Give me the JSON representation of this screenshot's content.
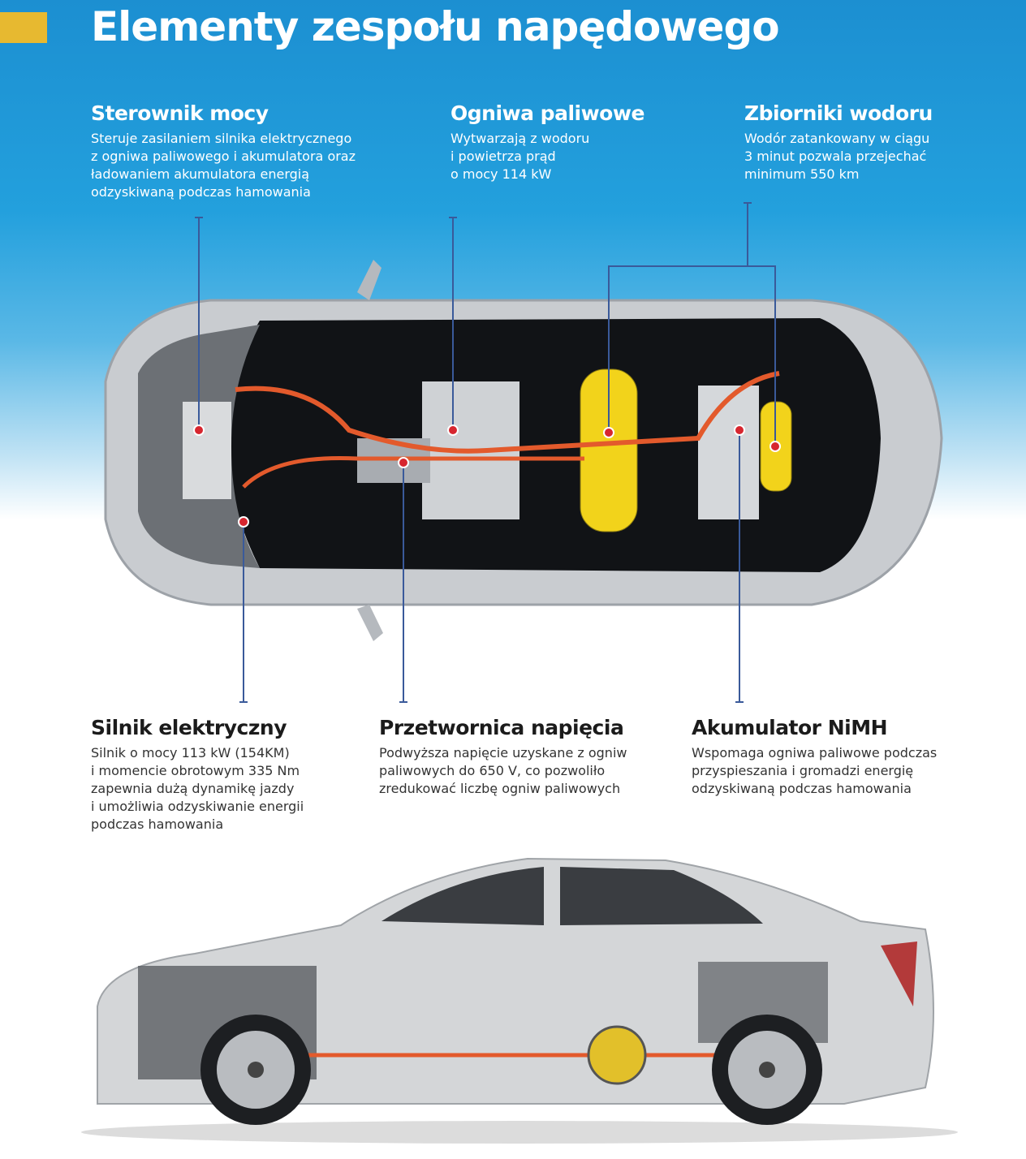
{
  "title": "Elementy zespołu napędowego",
  "colors": {
    "accent": "#e7b930",
    "leader": "#3a5a9a",
    "marker": "#d7262f",
    "tank": "#f2d31b",
    "cable": "#e35a2c"
  },
  "top_labels": [
    {
      "heading": "Sterownik mocy",
      "text": "Steruje zasilaniem silnika elektrycznego\nz ogniwa paliwowego i akumulatora oraz\nładowaniem akumulatora energią\nodzyskiwaną podczas hamowania"
    },
    {
      "heading": "Ogniwa paliwowe",
      "text": "Wytwarzają z wodoru\ni powietrza prąd\no mocy 114 kW"
    },
    {
      "heading": "Zbiorniki wodoru",
      "text": "Wodór zatankowany w ciągu\n3 minut pozwala przejechać\nminimum 550 km"
    }
  ],
  "bottom_labels": [
    {
      "heading": "Silnik elektryczny",
      "text": "Silnik o mocy 113 kW (154KM)\ni momencie obrotowym 335 Nm\nzapewnia dużą dynamikę jazdy\ni umożliwia odzyskiwanie energii\npodczas hamowania"
    },
    {
      "heading": "Przetwornica napięcia",
      "text": "Podwyższa napięcie uzyskane z ogniw\npaliwowych do 650 V, co pozwoliło\nzredukować liczbę ogniw paliwowych"
    },
    {
      "heading": "Akumulator NiMH",
      "text": "Wspomaga ogniwa paliwowe podczas\nprzyspieszania i gromadzi energię\nodzyskiwaną podczas hamowania"
    }
  ]
}
